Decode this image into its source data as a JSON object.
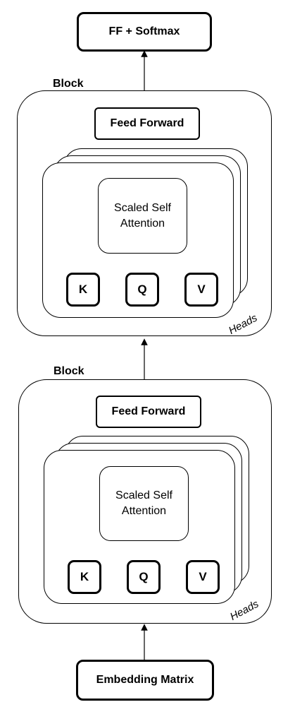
{
  "output_box": {
    "label": "FF + Softmax"
  },
  "input_box": {
    "label": "Embedding Matrix"
  },
  "blocks": [
    {
      "title": "Block",
      "feed_forward": "Feed Forward",
      "attention": "Scaled Self\nAttention",
      "k": "K",
      "q": "Q",
      "v": "V",
      "heads": "Heads"
    },
    {
      "title": "Block",
      "feed_forward": "Feed Forward",
      "attention": "Scaled Self\nAttention",
      "k": "K",
      "q": "Q",
      "v": "V",
      "heads": "Heads"
    }
  ]
}
